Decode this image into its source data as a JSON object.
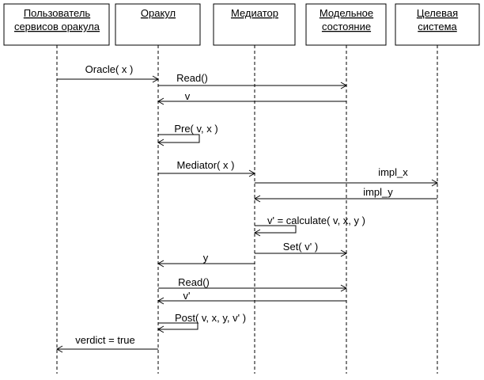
{
  "participants": [
    {
      "id": "user",
      "lines": [
        "Пользователь",
        "сервисов оракула"
      ]
    },
    {
      "id": "oracle",
      "lines": [
        "Оракул"
      ]
    },
    {
      "id": "mediator",
      "lines": [
        "Медиатор"
      ]
    },
    {
      "id": "model",
      "lines": [
        "Модельное",
        "состояние"
      ]
    },
    {
      "id": "target",
      "lines": [
        "Целевая",
        "система"
      ]
    }
  ],
  "messages": [
    {
      "from": "user",
      "to": "oracle",
      "label": "Oracle( x )"
    },
    {
      "from": "oracle",
      "to": "model",
      "label": "Read()"
    },
    {
      "from": "model",
      "to": "oracle",
      "label": "v"
    },
    {
      "from": "oracle",
      "to": "oracle",
      "label": "Pre( v, x )"
    },
    {
      "from": "oracle",
      "to": "mediator",
      "label": "Mediator( x )"
    },
    {
      "from": "mediator",
      "to": "target",
      "label": "impl_x"
    },
    {
      "from": "target",
      "to": "mediator",
      "label": "impl_y"
    },
    {
      "from": "mediator",
      "to": "mediator",
      "label": "v' = calculate( v, x, y )"
    },
    {
      "from": "mediator",
      "to": "model",
      "label": "Set( v' )"
    },
    {
      "from": "mediator",
      "to": "oracle",
      "label": "y"
    },
    {
      "from": "oracle",
      "to": "model",
      "label": "Read()"
    },
    {
      "from": "model",
      "to": "oracle",
      "label": "v'"
    },
    {
      "from": "oracle",
      "to": "oracle",
      "label": "Post( v, x, y, v' )"
    },
    {
      "from": "oracle",
      "to": "user",
      "label": "verdict = true"
    }
  ]
}
